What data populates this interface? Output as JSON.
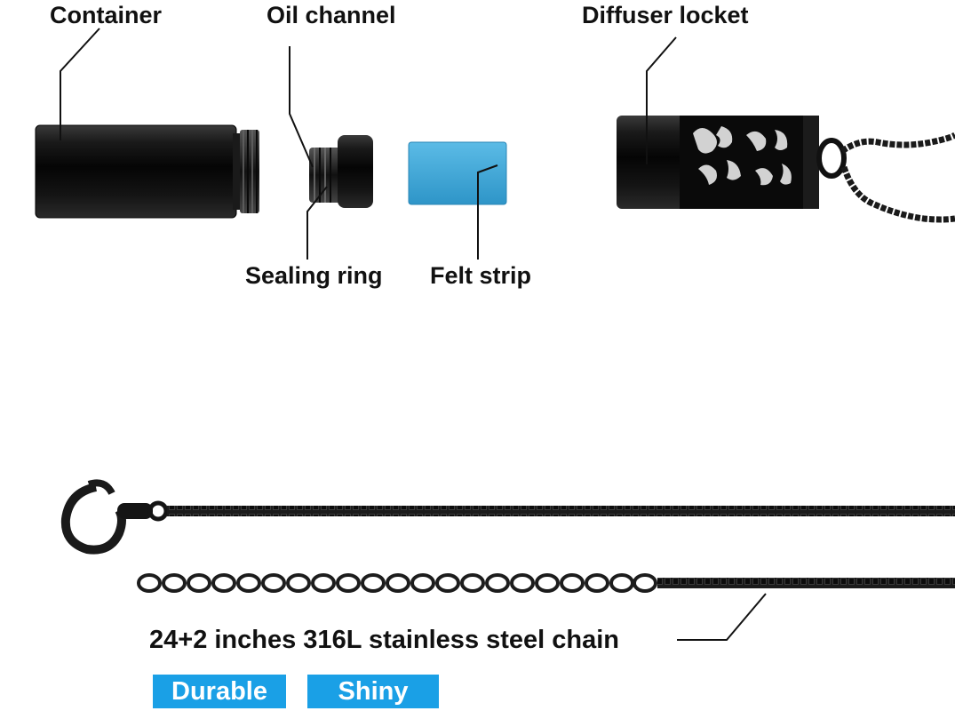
{
  "labels": {
    "container": "Container",
    "oil_channel": "Oil channel",
    "diffuser_locket": "Diffuser locket",
    "sealing_ring": "Sealing ring",
    "felt_strip": "Felt strip"
  },
  "chain_caption": "24+2 inches 316L stainless steel chain",
  "badges": [
    "Durable",
    "Shiny"
  ],
  "colors": {
    "metal": "#141414",
    "felt": "#3aa6d8",
    "badge": "#1aa0e6",
    "text": "#111111"
  }
}
